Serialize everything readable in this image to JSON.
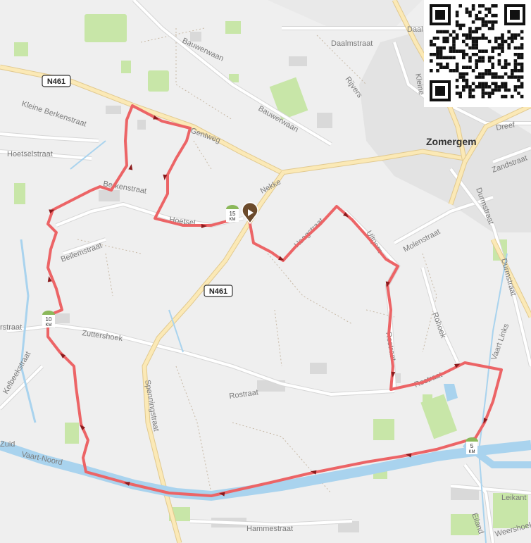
{
  "map": {
    "town": "Zomergem",
    "road_shields": [
      "N461",
      "N461"
    ],
    "street_labels": [
      {
        "text": "Daalmstraat"
      },
      {
        "text": "Daal"
      },
      {
        "text": "Bauwerwaan"
      },
      {
        "text": "Bauwerwaan"
      },
      {
        "text": "Rijvers"
      },
      {
        "text": "Kleine Berkenstraat"
      },
      {
        "text": "Hoetselstraat"
      },
      {
        "text": "Berkenstraat"
      },
      {
        "text": "Gentweg"
      },
      {
        "text": "Nekke"
      },
      {
        "text": "Hoetsel"
      },
      {
        "text": "Haagstraat"
      },
      {
        "text": "Uitgem"
      },
      {
        "text": "Molenstraat"
      },
      {
        "text": "Durmstraat"
      },
      {
        "text": "Durmstraat"
      },
      {
        "text": "Dreef"
      },
      {
        "text": "Zandstraat"
      },
      {
        "text": "Bellemstraat"
      },
      {
        "text": "Zuttershoek"
      },
      {
        "text": "rstraat"
      },
      {
        "text": "Kelbeekstraat"
      },
      {
        "text": "Spenningstraat"
      },
      {
        "text": "Rostraat"
      },
      {
        "text": "Rostraat"
      },
      {
        "text": "Rostraat"
      },
      {
        "text": "Rohoek"
      },
      {
        "text": "Vaart Links"
      },
      {
        "text": "Vaart-Noord"
      },
      {
        "text": "Zuid"
      },
      {
        "text": "Hammestraat"
      },
      {
        "text": "Eiland"
      },
      {
        "text": "Leikant"
      },
      {
        "text": "Weershoek"
      },
      {
        "text": "Kleine"
      }
    ],
    "km_markers": [
      {
        "value": "5",
        "unit": "KM"
      },
      {
        "value": "10",
        "unit": "KM"
      },
      {
        "value": "15",
        "unit": "KM"
      }
    ],
    "start_marker": "play-icon",
    "colors": {
      "route": "#ec6466",
      "route_arrow": "#8b1a1c",
      "km_marker": "#8bb85a",
      "water": "#a9d3ee",
      "green": "#c8e6a8"
    }
  }
}
